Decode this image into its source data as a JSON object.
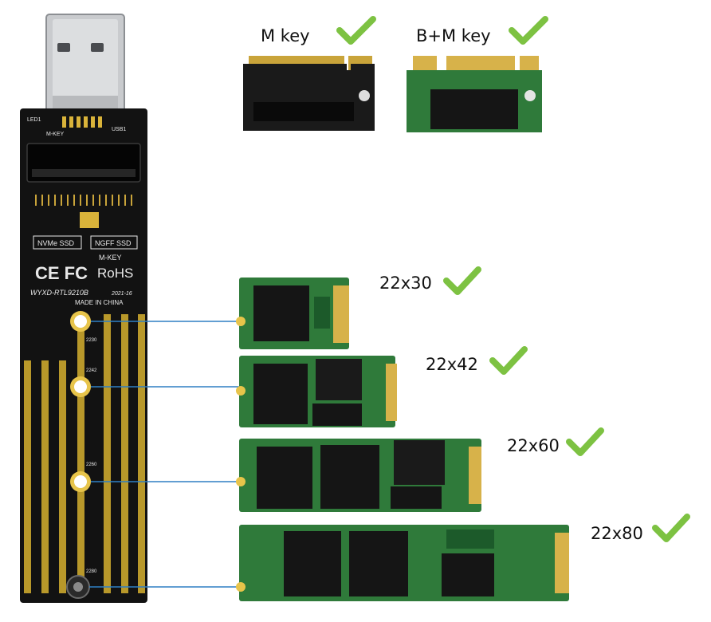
{
  "key_types": [
    {
      "label": "M key",
      "supported": true
    },
    {
      "label": "B+M key",
      "supported": true
    }
  ],
  "sizes": [
    {
      "label": "22x30",
      "supported": true
    },
    {
      "label": "22x42",
      "supported": true
    },
    {
      "label": "22x60",
      "supported": true
    },
    {
      "label": "22x80",
      "supported": true
    }
  ],
  "adapter": {
    "nvme_label": "NVMe SSD",
    "ngff_label": "NGFF SSD",
    "mkey_label": "M-KEY",
    "ce_fc_mark": "CE FC",
    "rohs_mark": "RoHS",
    "model": "WYXD-RTL9210B",
    "year": "2021-16",
    "origin": "MADE IN CHINA",
    "led_label": "LED1",
    "usb_label": "USB1",
    "slot_label": "M-KEY",
    "hole_labels": [
      "2230",
      "2242",
      "2260",
      "2280"
    ]
  },
  "colors": {
    "check_green": "#7dc242",
    "pcb_black": "#111111",
    "gold_trace": "#b8982a",
    "ssd_green": "#2f7a3a",
    "connector_line": "#2e7fc4"
  },
  "icons": [
    "check-icon",
    "usb-connector-icon"
  ]
}
